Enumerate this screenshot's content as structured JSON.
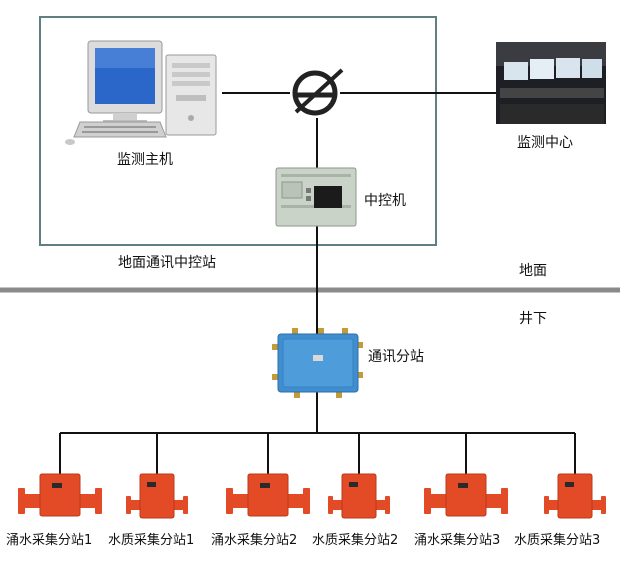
{
  "labels": {
    "monitor_host": "监测主机",
    "monitor_center": "监测中心",
    "central_control": "中控机",
    "ground_station": "地面通讯中控站",
    "ground": "地面",
    "underground": "井下",
    "comm_substation": "通讯分站"
  },
  "stations": [
    {
      "label": "涌水采集分站1",
      "kind": "flow"
    },
    {
      "label": "水质采集分站1",
      "kind": "quality"
    },
    {
      "label": "涌水采集分站2",
      "kind": "flow"
    },
    {
      "label": "水质采集分站2",
      "kind": "quality"
    },
    {
      "label": "涌水采集分站3",
      "kind": "flow"
    },
    {
      "label": "水质采集分站3",
      "kind": "quality"
    }
  ],
  "colors": {
    "frame": "#5f7f82",
    "divider": "#8a8a8a",
    "line": "#111111",
    "station": "#e34a26",
    "substation": "#3f8fd0"
  }
}
